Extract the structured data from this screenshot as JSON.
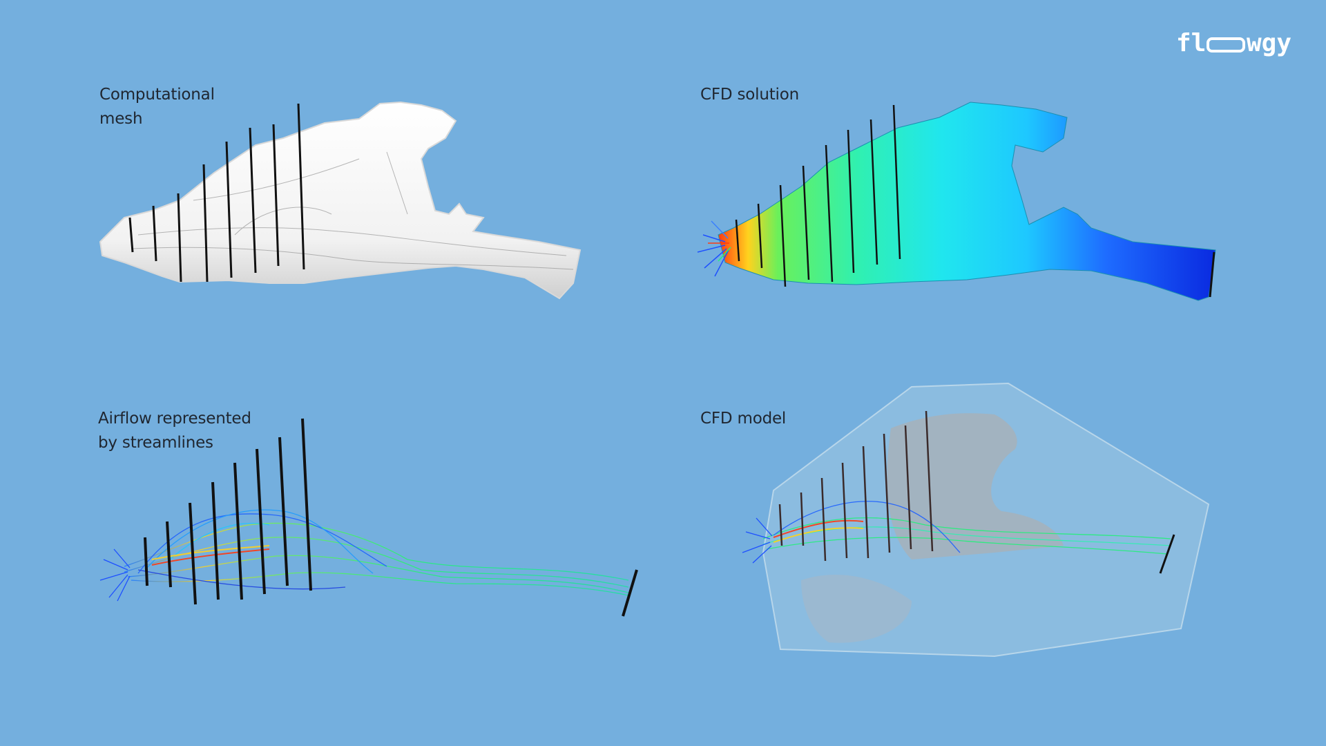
{
  "brand": {
    "logo_text": "flowgy",
    "logo_icon": "flowgy-wordmark",
    "color": "#ffffff"
  },
  "background_color": "#74afde",
  "panels": [
    {
      "id": "mesh",
      "caption_line1": "Computational",
      "caption_line2": "mesh",
      "visual": "white-3d-airway-mesh-with-slice-lines"
    },
    {
      "id": "solution",
      "caption_line1": "CFD solution",
      "caption_line2": "",
      "visual": "colored-velocity-contour-airway"
    },
    {
      "id": "streamlines",
      "caption_line1": "Airflow represented",
      "caption_line2": "by streamlines",
      "visual": "colored-streamlines-with-slice-lines"
    },
    {
      "id": "model",
      "caption_line1": "CFD model",
      "caption_line2": "",
      "visual": "translucent-domain-box-with-streamlines"
    }
  ],
  "colormap": [
    "#0a2ae0",
    "#1e7bff",
    "#20e0ff",
    "#23f07a",
    "#c8f01e",
    "#ffd21e",
    "#ff3a10"
  ]
}
